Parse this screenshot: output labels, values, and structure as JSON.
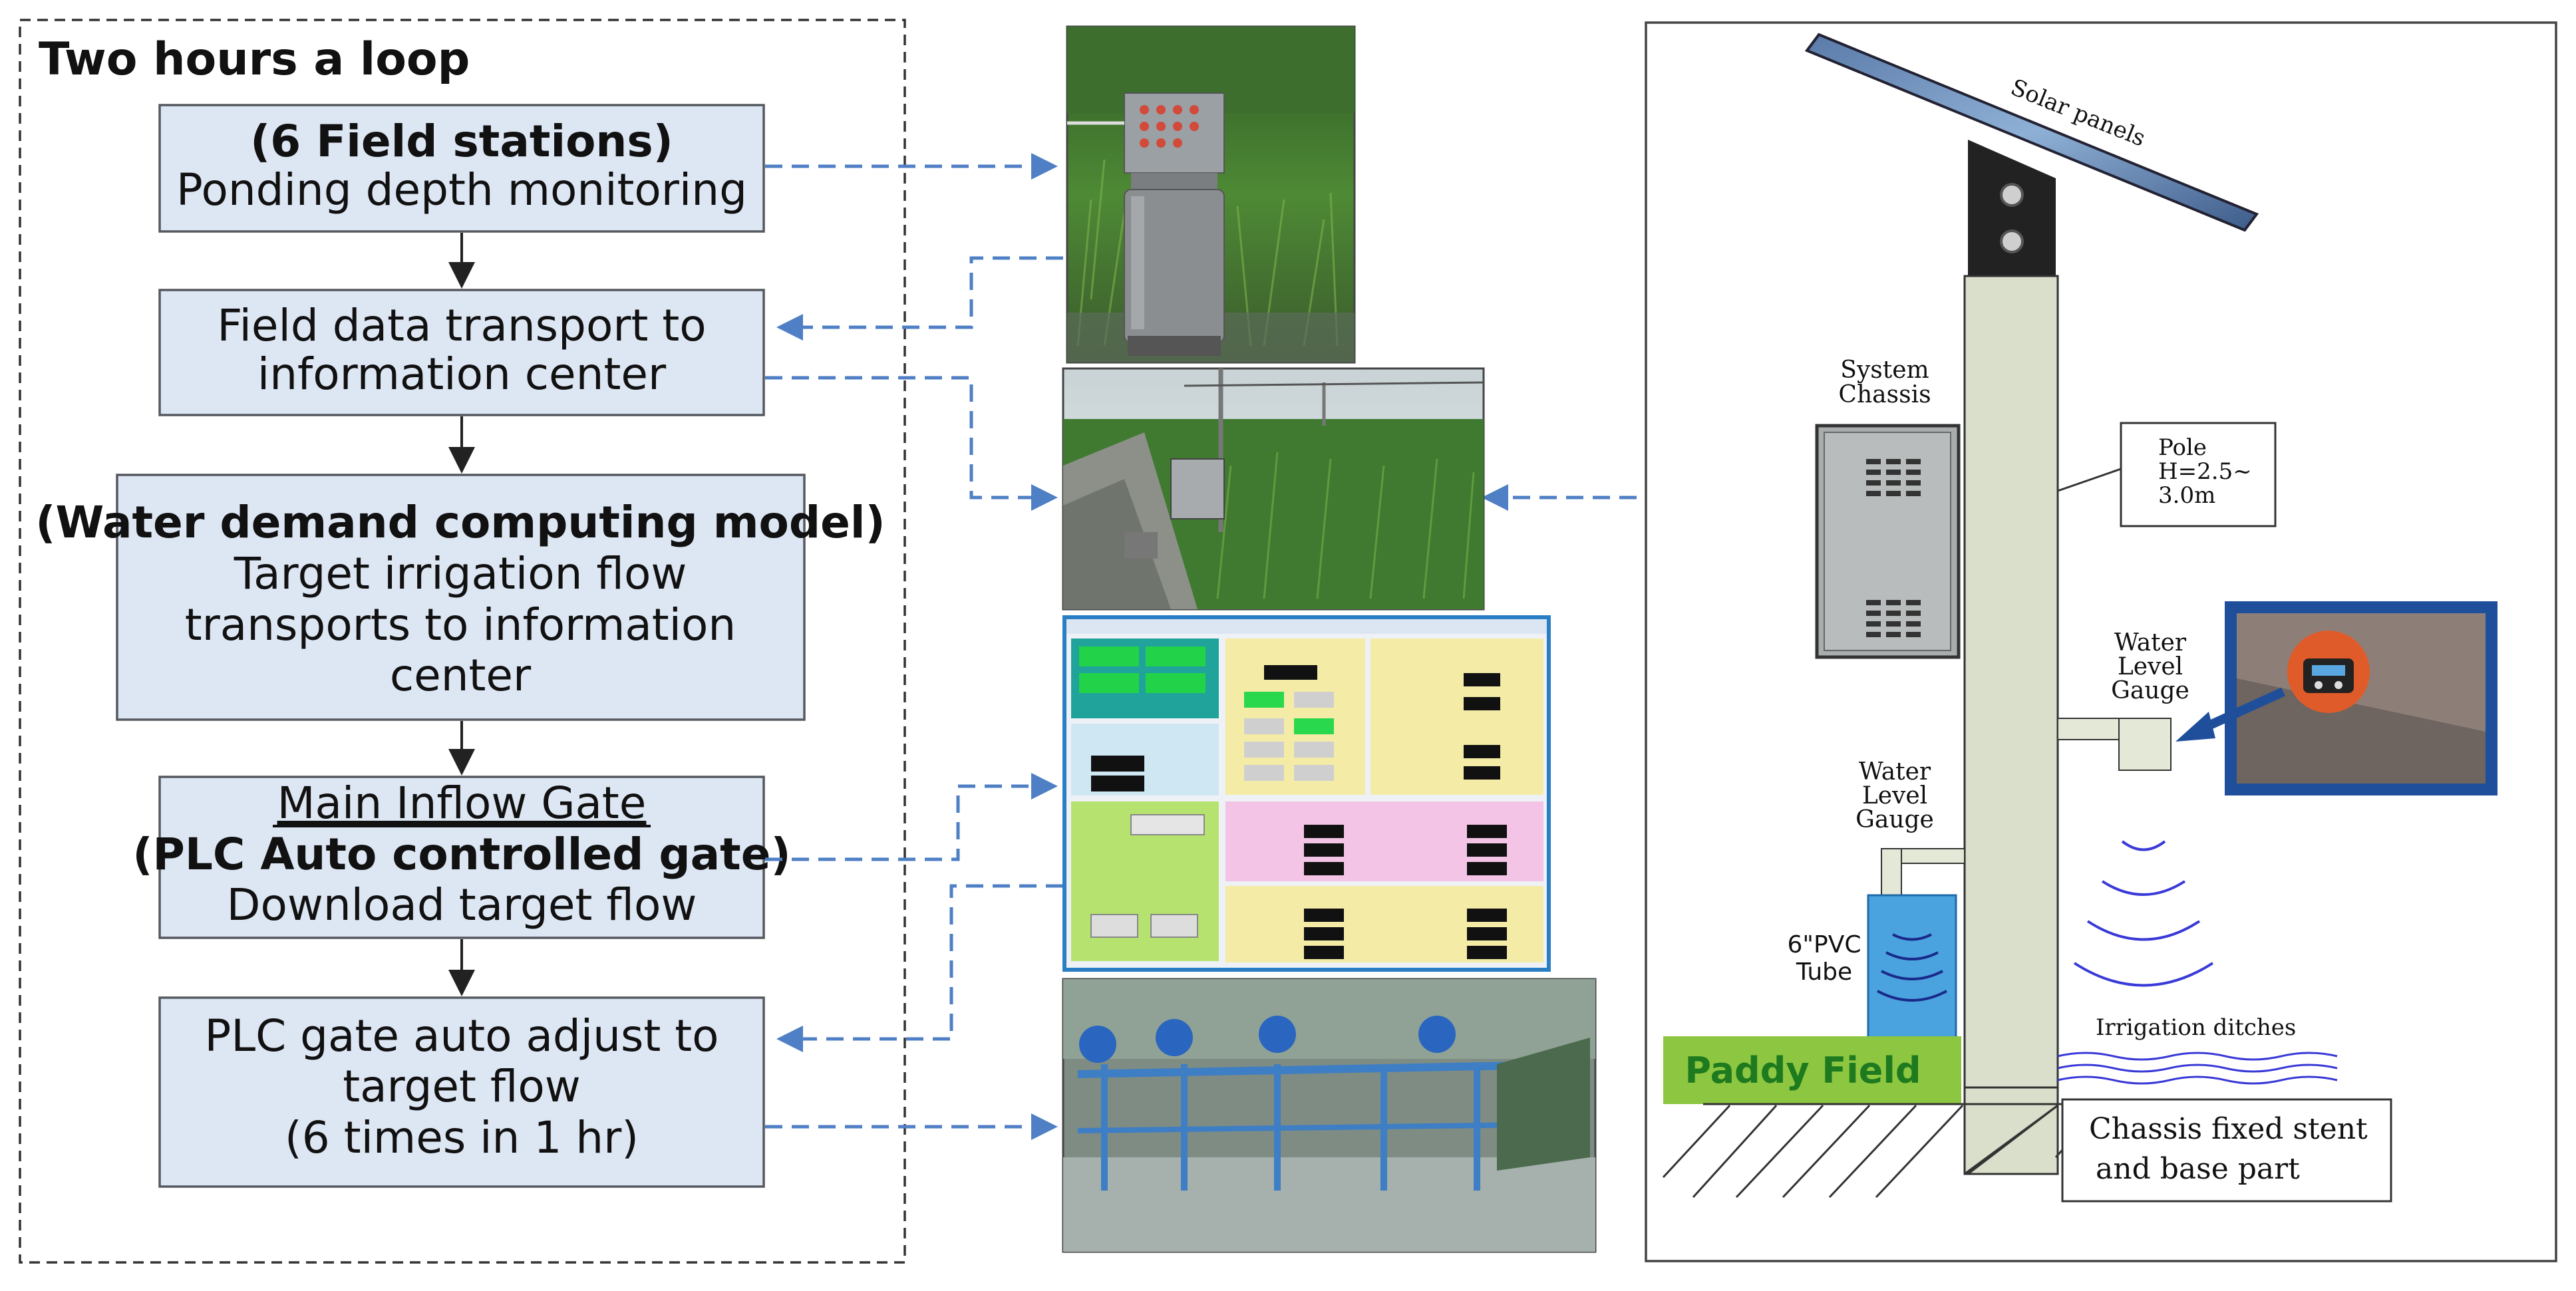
{
  "loop_label": "Two hours a loop",
  "flow_boxes": [
    {
      "lines": [
        {
          "text": "(6 Field stations)",
          "style": "bold"
        },
        {
          "text": "Ponding depth monitoring",
          "style": "normal"
        }
      ]
    },
    {
      "lines": [
        {
          "text": "Field data transport to",
          "style": "normal"
        },
        {
          "text": "information center",
          "style": "normal"
        }
      ]
    },
    {
      "lines": [
        {
          "text": "(Water demand computing model)",
          "style": "bold"
        },
        {
          "text": "Target irrigation flow",
          "style": "normal"
        },
        {
          "text": "transports to information",
          "style": "normal"
        },
        {
          "text": "center",
          "style": "normal"
        }
      ]
    },
    {
      "lines": [
        {
          "text": "Main Inflow Gate",
          "style": "underline"
        },
        {
          "text": "(PLC Auto controlled gate)",
          "style": "bold"
        },
        {
          "text": "Download target flow",
          "style": "normal"
        }
      ]
    },
    {
      "lines": [
        {
          "text": "PLC gate auto adjust to",
          "style": "normal"
        },
        {
          "text": "target flow",
          "style": "normal"
        },
        {
          "text": "(6 times in 1 hr)",
          "style": "normal"
        }
      ]
    }
  ],
  "photos": [
    {
      "name": "field-station-photo"
    },
    {
      "name": "paddy-station-photo"
    },
    {
      "name": "control-software-screenshot"
    },
    {
      "name": "inflow-gate-photo"
    }
  ],
  "schematic": {
    "solar_panels": "Solar panels",
    "system_chassis": [
      "System",
      "Chassis"
    ],
    "pole": [
      "Pole",
      "H=2.5~",
      "3.0m"
    ],
    "water_level_gauge_upper": [
      "Water",
      "Level",
      "Gauge"
    ],
    "water_level_gauge_lower": [
      "Water",
      "Level",
      "Gauge"
    ],
    "pvc_tube": [
      "6\"PVC",
      "Tube"
    ],
    "paddy_field": "Paddy Field",
    "irrigation_ditches": "Irrigation ditches",
    "chassis_stent": [
      "Chassis fixed stent",
      "and base part"
    ]
  },
  "colors": {
    "box_fill": "#dde6f3",
    "dashed_arrow": "#4f7fc4",
    "paddy_field_fill": "#8dc641",
    "paddy_field_text": "#1e7a1e",
    "pole_fill": "#d9dfcb",
    "wave_color": "#3a3ad8",
    "software_bg": "#2a7fc4"
  }
}
